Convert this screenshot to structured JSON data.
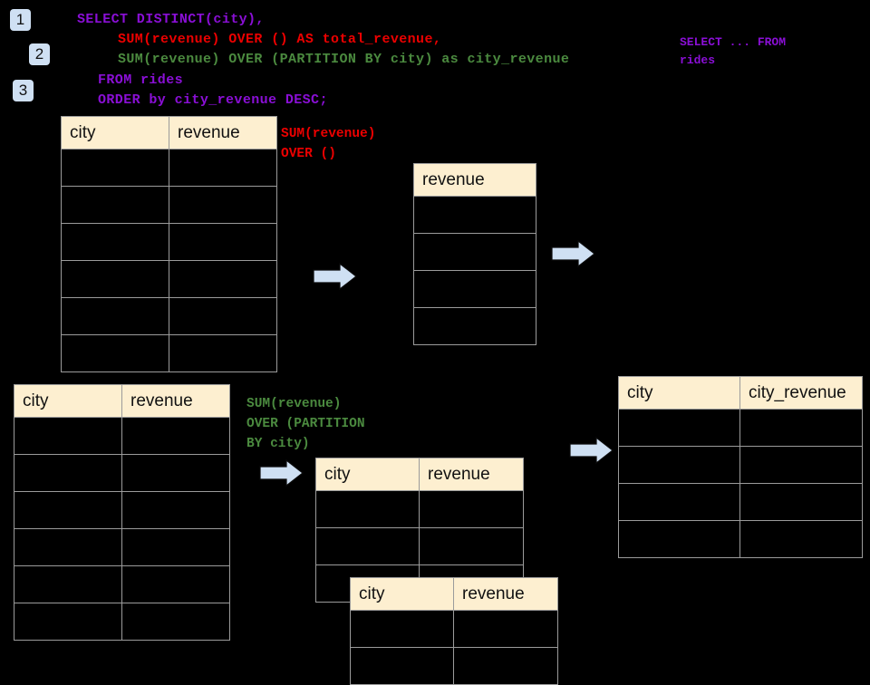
{
  "page": {
    "background": "#000000",
    "title": "SQL window function (OVER / PARTITION BY) explanation diagram"
  },
  "colors": {
    "badge_bg": "#cfe0f3",
    "header_bg": "#fdefd0",
    "grid_line": "#9b9b9b",
    "sql_keyword": "#8a0fd6",
    "annotation_red": "#ec0000",
    "annotation_green": "#4b8a3f",
    "arrow_fill": "#cfe0f3",
    "arrow_stroke": "#000000"
  },
  "badges": [
    {
      "label": "1"
    },
    {
      "label": "2"
    },
    {
      "label": "3"
    }
  ],
  "sql": {
    "lines": [
      {
        "text": "SELECT DISTINCT(city),",
        "color": "purple"
      },
      {
        "text": "SUM(revenue) OVER () AS total_revenue,",
        "color": "red"
      },
      {
        "text": "SUM(revenue) OVER (PARTITION BY city) as city_revenue",
        "color": "green"
      },
      {
        "text": "FROM rides",
        "color": "purple"
      },
      {
        "text": "ORDER by city_revenue DESC;",
        "color": "purple"
      }
    ]
  },
  "caption": {
    "line1": "SELECT ... FROM",
    "line2": "rides"
  },
  "annotations": {
    "total_revenue": {
      "line1": "SUM(revenue)",
      "line2": "OVER ()"
    },
    "city_revenue": {
      "line1": "SUM(revenue)",
      "line2": "OVER (PARTITION",
      "line3": "BY city)"
    }
  },
  "tables": {
    "rides_top": {
      "name": "rides source table (top)",
      "headers": [
        "city",
        "revenue"
      ],
      "rows": [
        [
          "",
          ""
        ],
        [
          "",
          ""
        ],
        [
          "",
          ""
        ],
        [
          "",
          ""
        ],
        [
          "",
          ""
        ],
        [
          "",
          ""
        ]
      ]
    },
    "total_revenue": {
      "name": "total revenue result",
      "headers": [
        "revenue"
      ],
      "rows": [
        [
          ""
        ],
        [
          ""
        ],
        [
          ""
        ],
        [
          ""
        ]
      ]
    },
    "rides_bottom": {
      "name": "rides source table (bottom)",
      "headers": [
        "city",
        "revenue"
      ],
      "rows": [
        [
          "",
          ""
        ],
        [
          "",
          ""
        ],
        [
          "",
          ""
        ],
        [
          "",
          ""
        ],
        [
          "",
          ""
        ],
        [
          "",
          ""
        ]
      ]
    },
    "partition_back": {
      "name": "partition group (back)",
      "headers": [
        "city",
        "revenue"
      ],
      "rows": [
        [
          "",
          ""
        ],
        [
          "",
          ""
        ],
        [
          "",
          ""
        ]
      ]
    },
    "partition_front": {
      "name": "partition group (front)",
      "headers": [
        "city",
        "revenue"
      ],
      "rows": [
        [
          "",
          ""
        ],
        [
          "",
          ""
        ]
      ]
    },
    "city_revenue": {
      "name": "city revenue result",
      "headers": [
        "city",
        "city_revenue"
      ],
      "rows": [
        [
          "",
          ""
        ],
        [
          "",
          ""
        ],
        [
          "",
          ""
        ],
        [
          "",
          ""
        ]
      ]
    }
  },
  "arrows": [
    {
      "label": "arrow-rides-to-total"
    },
    {
      "label": "arrow-total-to-result"
    },
    {
      "label": "arrow-rides-to-partition"
    },
    {
      "label": "arrow-partition-to-result"
    }
  ]
}
